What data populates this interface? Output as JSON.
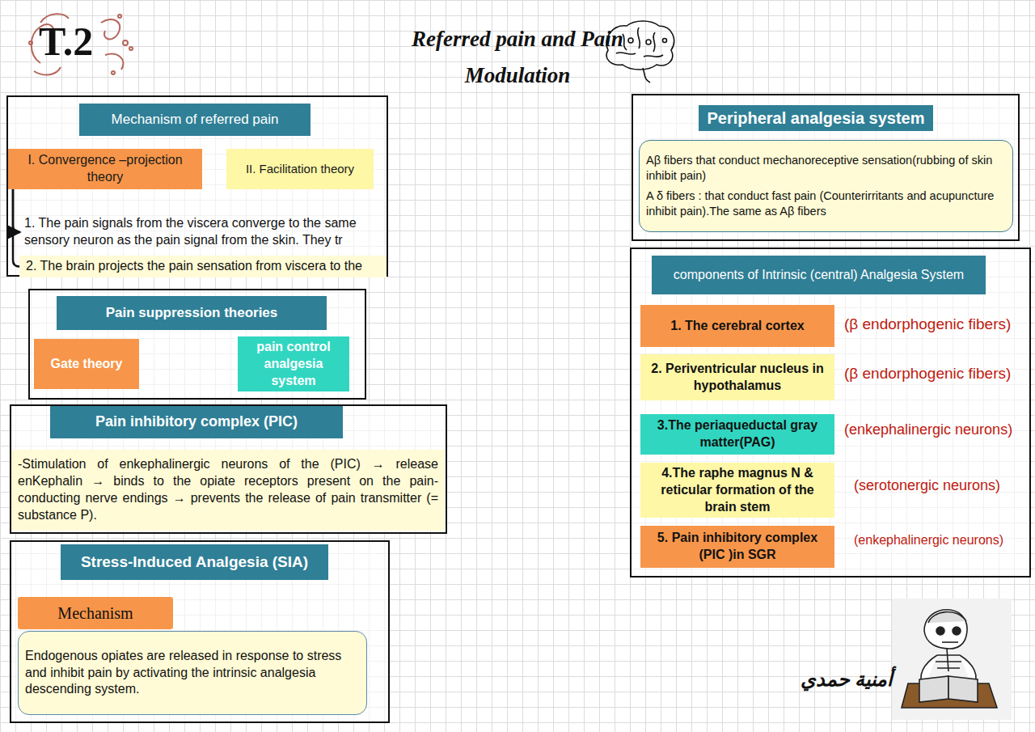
{
  "diagram": {
    "title": "Referred pain and Pain Modulation",
    "nodes": [
      {
        "text": [
          "Mechanism of referred pain"
        ]
      },
      {
        "text": [
          "I. Convergence –projection theory"
        ]
      },
      {
        "text": [
          "II. Facilitation theory"
        ]
      },
      {
        "text": [
          "1. The pain signals from the viscera converge to the same sensory neuron as the pain signal from the skin. They tr"
        ]
      },
      {
        "text": [
          "2. The brain projects the pain sensation from viscera to the"
        ]
      },
      {
        "text": [
          "Pain suppression theories"
        ]
      },
      {
        "text": [
          "Gate theory"
        ]
      },
      {
        "text": [
          "pain control analgesia system"
        ]
      },
      {
        "text": [
          "Pain inhibitory complex (PIC)"
        ]
      },
      {
        "text": [
          "-Stimulation of enkephalinergic neurons of the (PIC) → release enKephalin → binds to the opiate receptors present on the pain-conducting nerve endings → prevents the release of pain transmitter (= substance P)."
        ]
      },
      {
        "text": [
          "Stress-Induced Analgesia (SIA)"
        ]
      },
      {
        "text": [
          "Mechanism"
        ]
      },
      {
        "text": [
          "Endogenous opiates are released in response to stress and inhibit pain by activating the intrinsic analgesia descending system."
        ]
      },
      {
        "text": [
          "Peripheral analgesia system"
        ]
      },
      {
        "text": [
          "Aβ fibers that conduct mechanoreceptive sensation(rubbing of skin inhibit pain)",
          "A δ fibers : that conduct fast pain (Counterirritants and acupuncture inhibit pain).The same as Aβ fibers"
        ]
      },
      {
        "text": [
          "components of Intrinsic (central) Analgesia System"
        ]
      },
      {
        "text": [
          "1. The cerebral cortex"
        ]
      },
      {
        "text": [
          "2. Periventricular nucleus in hypothalamus"
        ]
      },
      {
        "text": [
          "3.The periaqueductal gray matter(PAG)"
        ]
      },
      {
        "text": [
          "4.The raphe magnus N & reticular formation of the brain stem"
        ]
      },
      {
        "text": [
          "5. Pain inhibitory complex (PIC )in SGR"
        ]
      }
    ],
    "edges": [
      {
        "from": 1,
        "to": 3,
        "arrow": "to"
      },
      {
        "from": 1,
        "to": 4,
        "arrow": "to"
      }
    ],
    "labels": [
      "T.2",
      "(β endorphogenic fibers)",
      "(β endorphogenic fibers)",
      "(enkephalinergic neurons)",
      "(serotonergic neurons)",
      "(enkephalinergic neurons)",
      "أمنية حمدي"
    ]
  }
}
